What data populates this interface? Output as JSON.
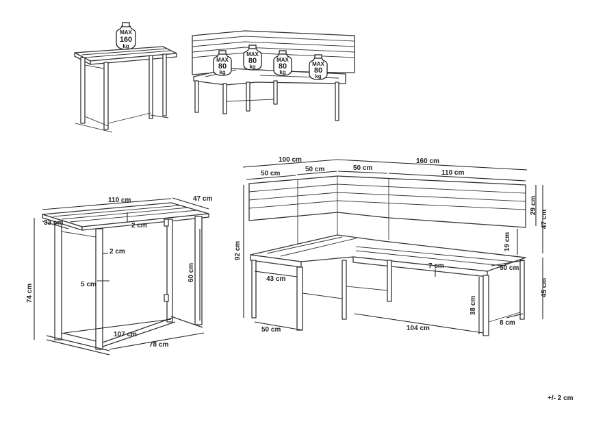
{
  "colors": {
    "line": "#333333",
    "background": "#ffffff",
    "text": "#222222"
  },
  "weights": {
    "table": {
      "max": "MAX",
      "value": "160",
      "unit": "kg"
    },
    "bench": [
      {
        "max": "MAX",
        "value": "80",
        "unit": "kg"
      },
      {
        "max": "MAX",
        "value": "80",
        "unit": "kg"
      },
      {
        "max": "MAX",
        "value": "80",
        "unit": "kg"
      },
      {
        "max": "MAX",
        "value": "80",
        "unit": "kg"
      }
    ]
  },
  "table_dims": {
    "length_top": "110 cm",
    "depth_top": "47 cm",
    "edge": "33 cm",
    "top_thickness": "2 cm",
    "leg_offset": "2 cm",
    "leg_width": "5 cm",
    "height": "74 cm",
    "inner_height": "60 cm",
    "base_length": "107 cm",
    "base_depth": "78 cm"
  },
  "bench_dims": {
    "total_short": "100 cm",
    "total_long": "160 cm",
    "seg_a": "50 cm",
    "seg_b": "50 cm",
    "seg_c": "50 cm",
    "seg_d": "110 cm",
    "height": "92 cm",
    "back_height": "29 cm",
    "back_total": "47 cm",
    "gap": "19 cm",
    "seat_thickness": "7 cm",
    "seat_depth_right": "50 cm",
    "seat_depth_left": "43 cm",
    "seat_height": "45 cm",
    "under_height": "38 cm",
    "foot": "8 cm",
    "base_left": "50 cm",
    "base_right": "104 cm"
  },
  "tolerance": "+/- 2 cm"
}
